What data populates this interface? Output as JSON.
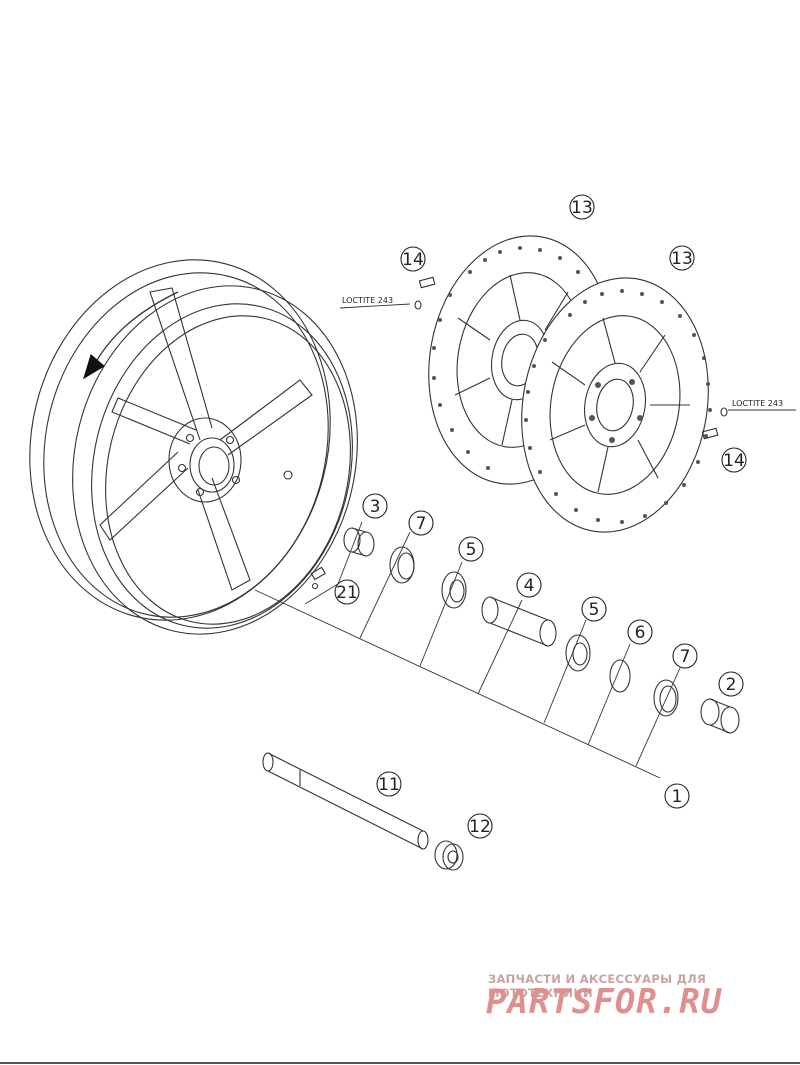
{
  "callouts": [
    {
      "id": "c13a",
      "label": "13"
    },
    {
      "id": "c13b",
      "label": "13"
    },
    {
      "id": "c14a",
      "label": "14"
    },
    {
      "id": "c14b",
      "label": "14"
    },
    {
      "id": "c3",
      "label": "3"
    },
    {
      "id": "c7a",
      "label": "7"
    },
    {
      "id": "c5a",
      "label": "5"
    },
    {
      "id": "c4",
      "label": "4"
    },
    {
      "id": "c5b",
      "label": "5"
    },
    {
      "id": "c6",
      "label": "6"
    },
    {
      "id": "c7b",
      "label": "7"
    },
    {
      "id": "c2",
      "label": "2"
    },
    {
      "id": "c1",
      "label": "1"
    },
    {
      "id": "c21",
      "label": "21"
    },
    {
      "id": "c11",
      "label": "11"
    },
    {
      "id": "c12",
      "label": "12"
    }
  ],
  "loctite": {
    "left": "LOCTITE 243",
    "right": "LOCTITE 243"
  },
  "watermark": {
    "caption": "ЗАПЧАСТИ И АКСЕССУАРЫ ДЛЯ МОТОТЕХНИКИ",
    "logo": "PARTSFOR.RU"
  }
}
